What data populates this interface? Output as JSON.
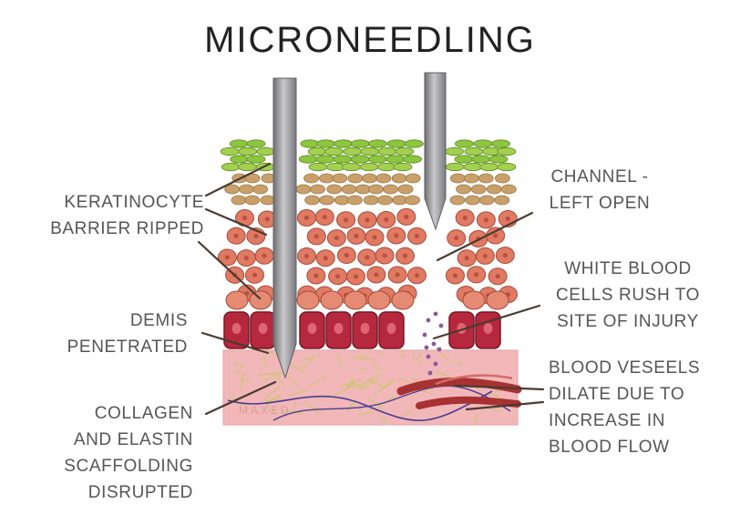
{
  "title": "MICRONEEDLING",
  "labels": {
    "keratinocyte": [
      "KERATINOCYTE",
      "BARRIER RIPPED"
    ],
    "demis": [
      "DEMIS",
      "PENETRATED"
    ],
    "collagen": [
      "COLLAGEN",
      "AND ELASTIN",
      "SCAFFOLDING",
      "DISRUPTED"
    ],
    "channel": [
      "CHANNEL -",
      "LEFT OPEN"
    ],
    "white_blood": [
      "WHITE BLOOD",
      "CELLS RUSH TO",
      "SITE OF INJURY"
    ],
    "blood_vessels": [
      "BLOOD VESEELS",
      "DILATE DUE TO",
      "INCREASE IN",
      "BLOOD FLOW"
    ]
  },
  "watermark": "MAXED",
  "colors": {
    "stratum_corneum": "#8cc63f",
    "granular": "#c9a06a",
    "spinous": "#e07a63",
    "basal": "#b5283e",
    "dermis": "#f2b7b9",
    "fibers": "#c7c96a",
    "vessel_red": "#a83232",
    "vessel_blue": "#4a3d8f",
    "needle": "#8f8f93",
    "label_text": "#555555",
    "leader_line": "#4a3b30"
  }
}
